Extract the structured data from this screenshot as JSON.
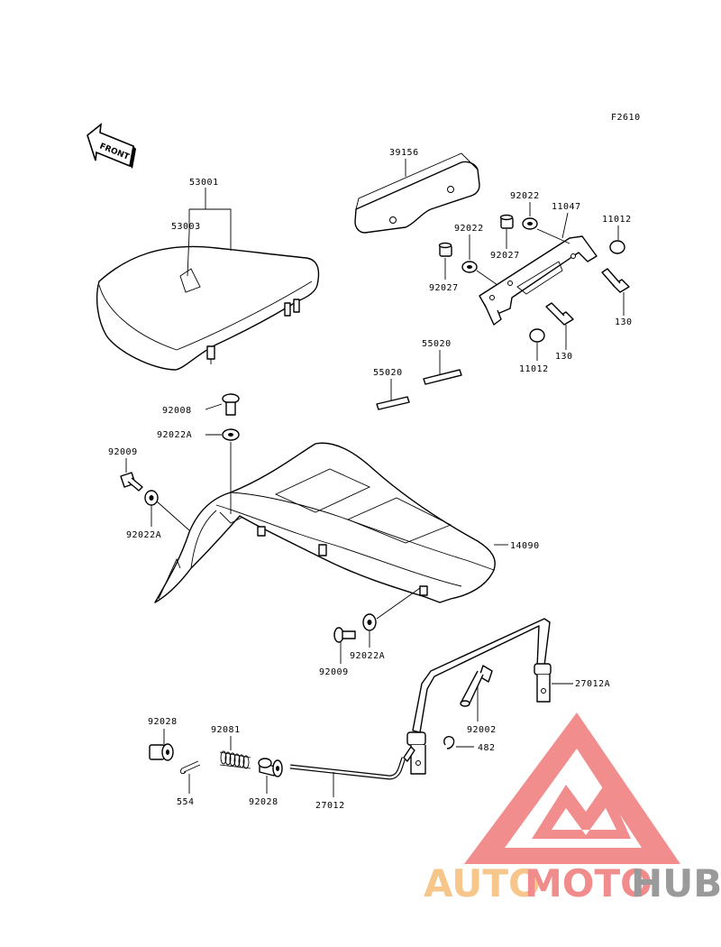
{
  "diagram": {
    "figure_code": "F2610",
    "front_label": "FRONT",
    "labels": {
      "p53001": "53001",
      "p53003": "53003",
      "p39156": "39156",
      "p92022_top": "92022",
      "p11047": "11047",
      "p11012_top": "11012",
      "p92022_mid": "92022",
      "p92027_a": "92027",
      "p92027_b": "92027",
      "p130_a": "130",
      "p130_b": "130",
      "p11012_bot": "11012",
      "p55020_a": "55020",
      "p55020_b": "55020",
      "p92008": "92008",
      "p92022A_top": "92022A",
      "p92009_left": "92009",
      "p92022A_left": "92022A",
      "p14090": "14090",
      "p92009_bot": "92009",
      "p92022A_bot": "92022A",
      "p27012A": "27012A",
      "p92002": "92002",
      "p482": "482",
      "p92028_left": "92028",
      "p92081": "92081",
      "p554": "554",
      "p92028_mid": "92028",
      "p27012": "27012"
    }
  },
  "watermark": {
    "part1": "AUTO",
    "part2": "MOTO",
    "part3": "HUB",
    "color_auto": "#f6c68a",
    "color_moto": "#f08c8c",
    "color_hub": "#9a9a9a",
    "logo_color": "#f07a7a"
  }
}
